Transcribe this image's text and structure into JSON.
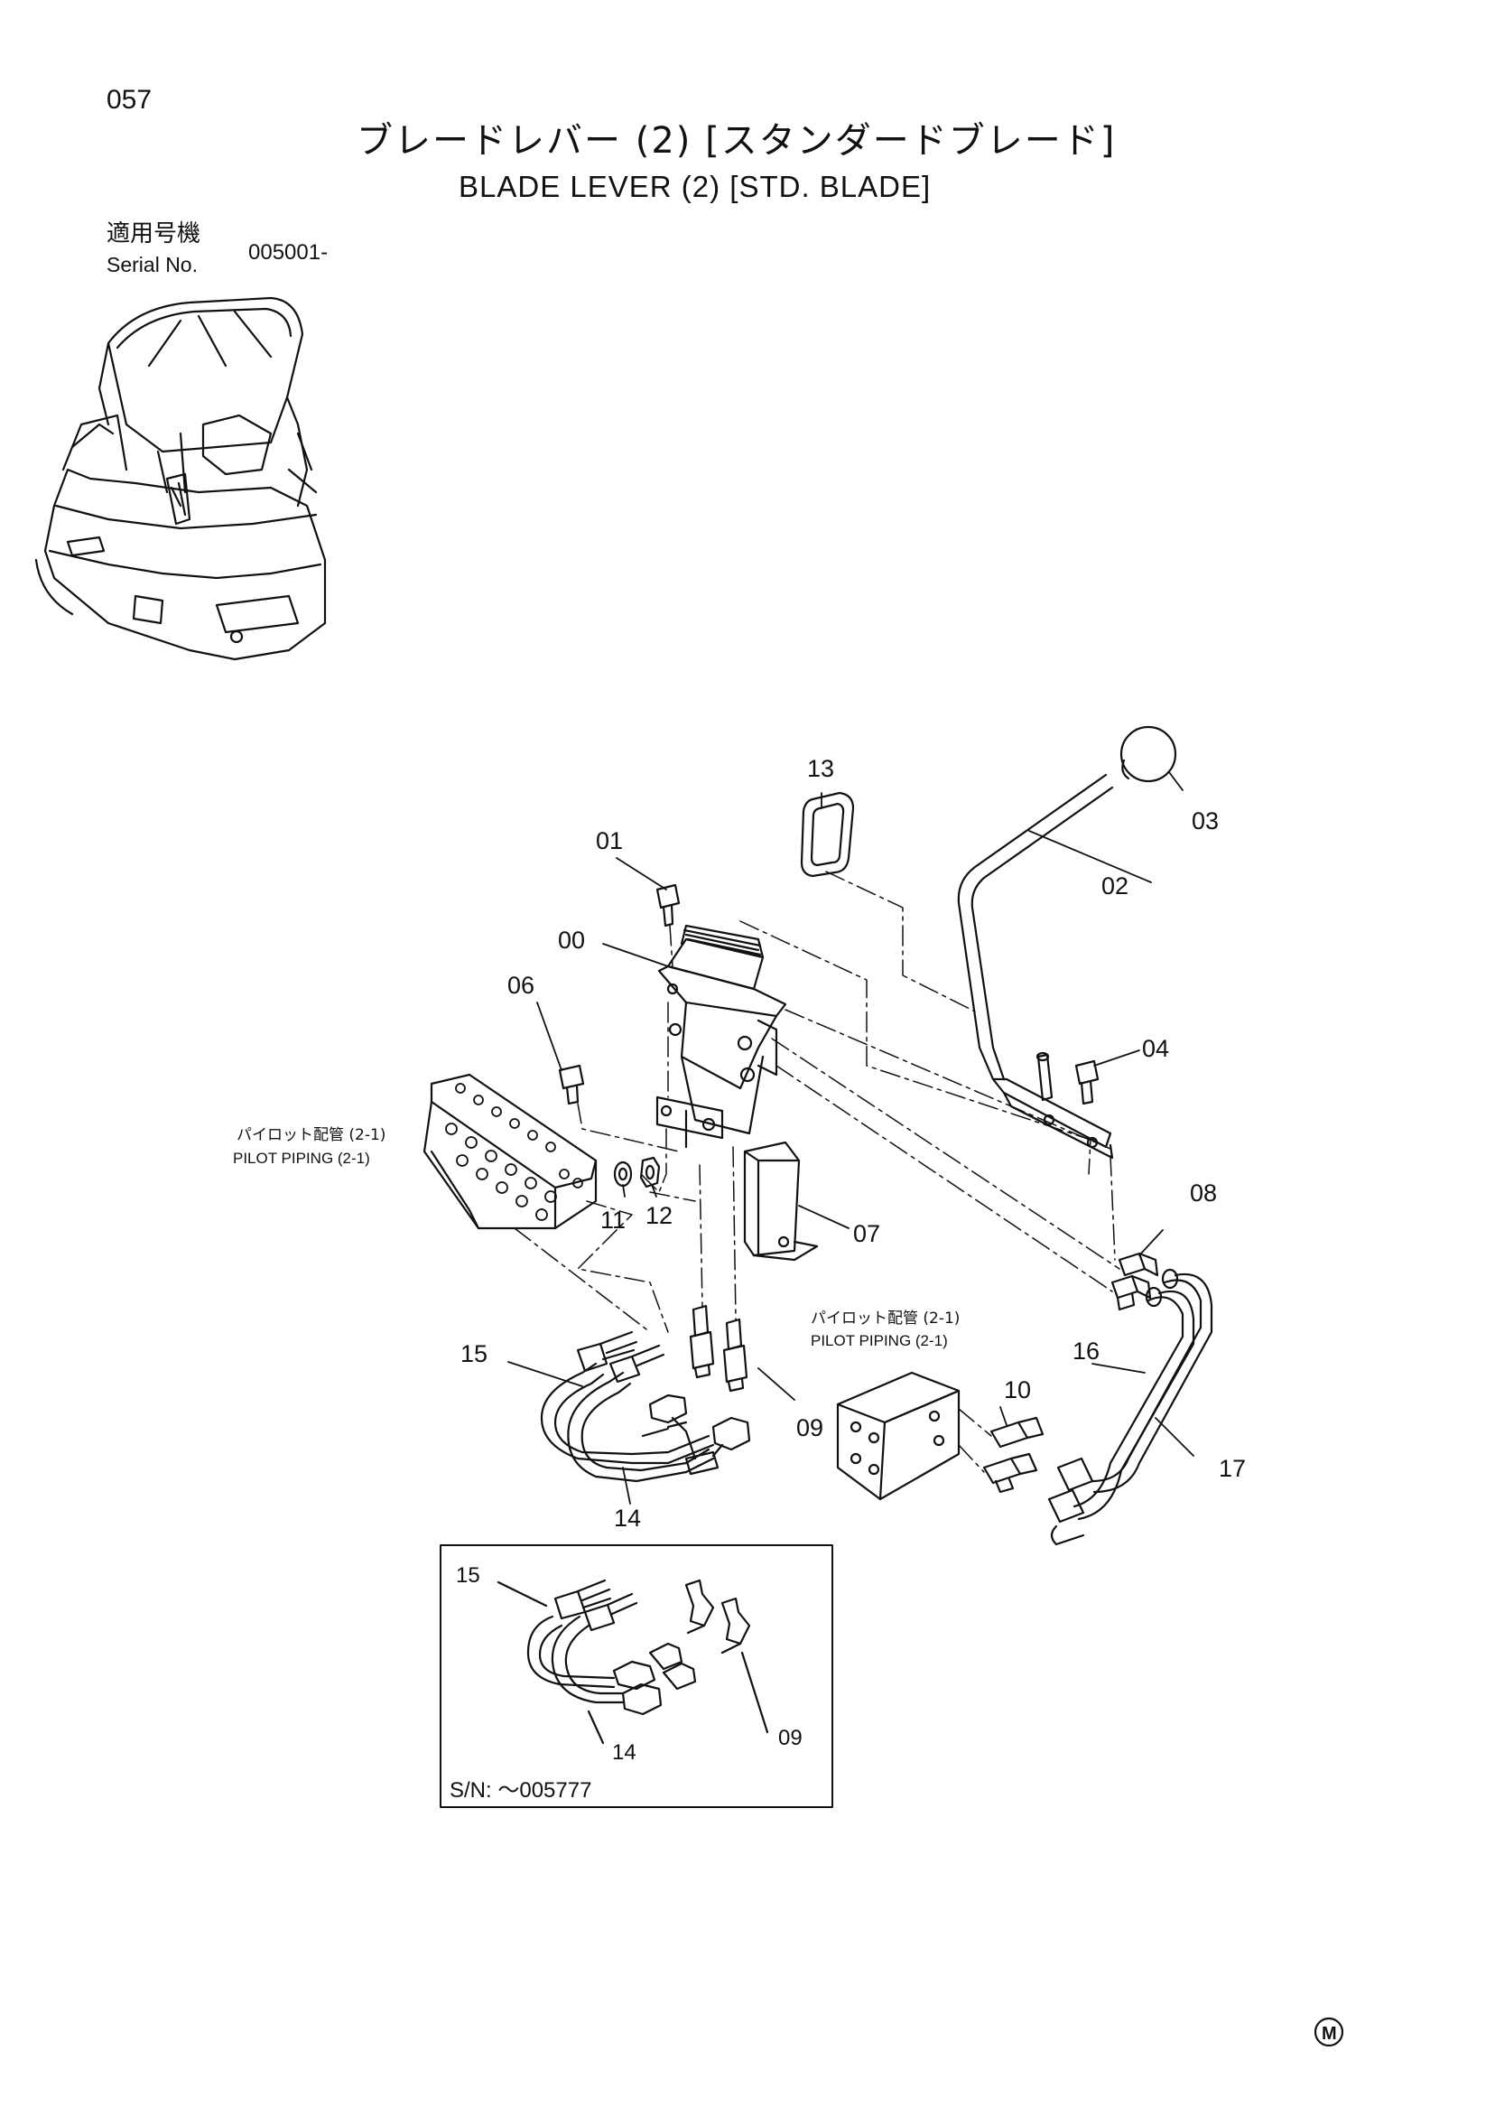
{
  "page": {
    "number": "057",
    "title_jp": "ブレードレバー (2) [スタンダードブレード]",
    "title_en": "BLADE LEVER (2) [STD. BLADE]",
    "serial_label_jp": "適用号機",
    "serial_label_en": "Serial No.",
    "serial_value": "005001-"
  },
  "callouts": {
    "c00": "00",
    "c01": "01",
    "c02": "02",
    "c03": "03",
    "c04": "04",
    "c06": "06",
    "c07": "07",
    "c08": "08",
    "c09": "09",
    "c10": "10",
    "c11": "11",
    "c12": "12",
    "c13": "13",
    "c14": "14",
    "c15": "15",
    "c16": "16",
    "c17": "17"
  },
  "pilot_labels": {
    "left_jp": "パイロット配管 (2-1)",
    "left_en": "PILOT PIPING (2-1)",
    "right_jp": "パイロット配管 (2-1)",
    "right_en": "PILOT PIPING (2-1)"
  },
  "inset": {
    "c15": "15",
    "c14": "14",
    "c09": "09",
    "serial_note": "S/N: ～005777"
  },
  "footer": {
    "mark": "M"
  }
}
